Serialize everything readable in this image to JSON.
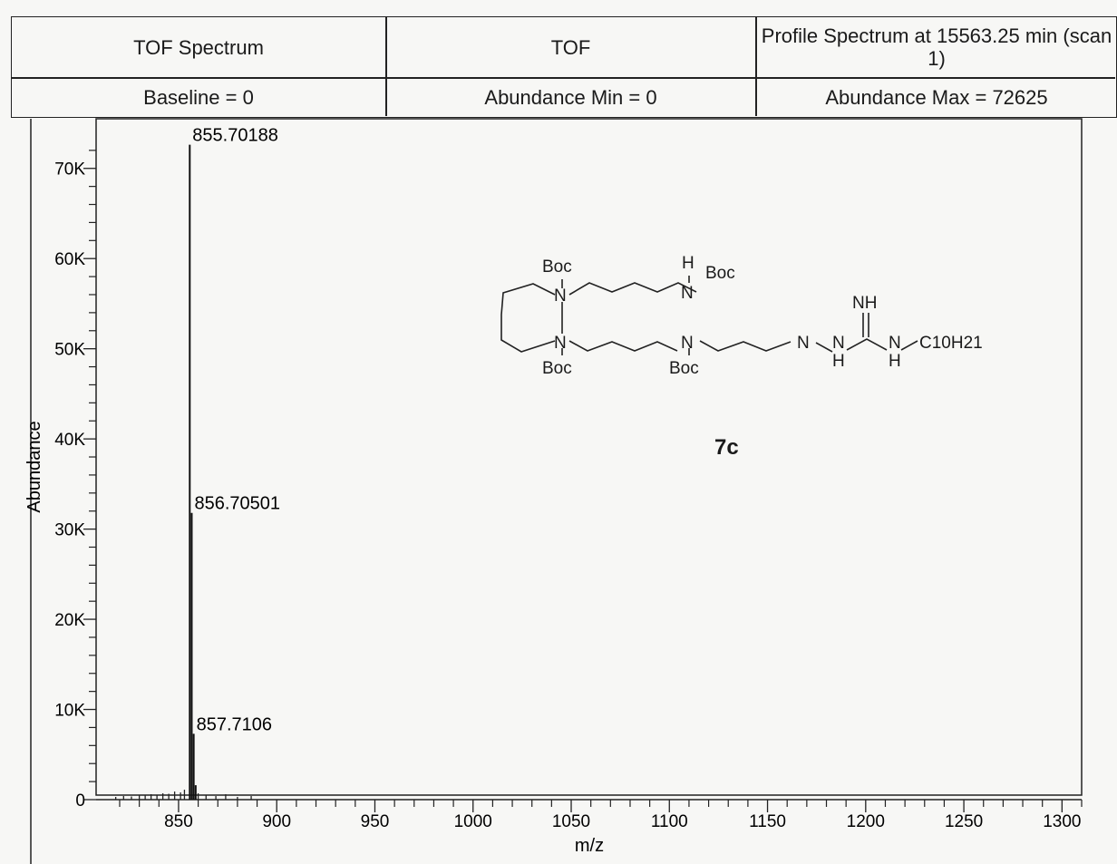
{
  "header": {
    "title": "TOF Spectrum",
    "source": "TOF",
    "profile": "Profile Spectrum at 15563.25 min (scan 1)",
    "baseline": "Baseline = 0",
    "abundance_min": "Abundance Min = 0",
    "abundance_max": "Abundance Max = 72625"
  },
  "compound": {
    "label": "7c",
    "atoms": {
      "boc": "Boc",
      "n": "N",
      "h": "H",
      "nh": "NH",
      "c10h21": "C10H21"
    }
  },
  "chart_data": {
    "type": "line",
    "title": "",
    "xlabel": "m/z",
    "ylabel": "Abundance",
    "xlim": [
      808,
      1310
    ],
    "ylim": [
      0,
      75000
    ],
    "x_ticks": [
      850,
      900,
      950,
      1000,
      1050,
      1100,
      1150,
      1200,
      1250,
      1300
    ],
    "y_ticks": [
      {
        "value": 0,
        "label": "0"
      },
      {
        "value": 10000,
        "label": "10K"
      },
      {
        "value": 20000,
        "label": "20K"
      },
      {
        "value": 30000,
        "label": "30K"
      },
      {
        "value": 40000,
        "label": "40K"
      },
      {
        "value": 50000,
        "label": "50K"
      },
      {
        "value": 60000,
        "label": "60K"
      },
      {
        "value": 70000,
        "label": "70K"
      }
    ],
    "peaks": [
      {
        "mz": 855.70188,
        "abundance": 72625,
        "label": "855.70188"
      },
      {
        "mz": 856.70501,
        "abundance": 31800,
        "label": "856.70501"
      },
      {
        "mz": 857.7106,
        "abundance": 7300,
        "label": "857.7106"
      },
      {
        "mz": 858.72,
        "abundance": 1600,
        "label": ""
      }
    ],
    "noise": [
      {
        "mz": 818,
        "abundance": 300
      },
      {
        "mz": 822,
        "abundance": 400
      },
      {
        "mz": 826,
        "abundance": 350
      },
      {
        "mz": 830,
        "abundance": 500
      },
      {
        "mz": 833,
        "abundance": 450
      },
      {
        "mz": 836,
        "abundance": 600
      },
      {
        "mz": 839,
        "abundance": 500
      },
      {
        "mz": 842,
        "abundance": 700
      },
      {
        "mz": 845,
        "abundance": 650
      },
      {
        "mz": 848,
        "abundance": 900
      },
      {
        "mz": 851,
        "abundance": 800
      },
      {
        "mz": 853,
        "abundance": 1100
      },
      {
        "mz": 860,
        "abundance": 700
      },
      {
        "mz": 864,
        "abundance": 500
      },
      {
        "mz": 869,
        "abundance": 400
      },
      {
        "mz": 874,
        "abundance": 600
      },
      {
        "mz": 880,
        "abundance": 300
      },
      {
        "mz": 887,
        "abundance": 400
      }
    ]
  }
}
